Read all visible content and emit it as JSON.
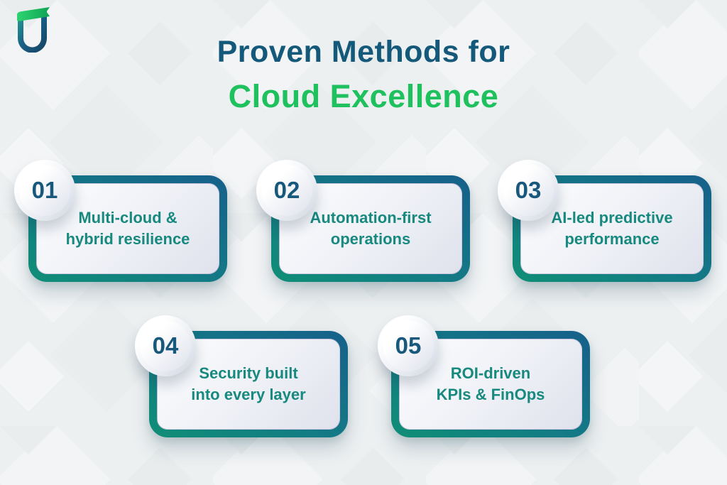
{
  "page": {
    "background_color": "#edf0f1",
    "pattern_light_color": "#f3f5f6",
    "pattern_dark_color": "#e7ecee"
  },
  "logo": {
    "name": "TU brand mark",
    "green_color": "#24cc66",
    "green_dark_color": "#0fa354",
    "blue_color": "#174e74",
    "teal_color": "#26a693"
  },
  "title": {
    "line1": "Proven Methods for",
    "line2": "Cloud Excellence",
    "line1_color": "#14587a",
    "line2_color": "#1fc05e"
  },
  "colors": {
    "card_border_gradient_start": "#0f8e76",
    "card_border_gradient_end": "#16608a",
    "card_inner_start": "#fcfdfe",
    "card_inner_end": "#dfe2ec",
    "card_text_color": "#17897f",
    "badge_number_color": "#17587c"
  },
  "cards": [
    {
      "number": "01",
      "line1": "Multi-cloud &",
      "line2": "hybrid resilience"
    },
    {
      "number": "02",
      "line1": "Automation-first",
      "line2": "operations"
    },
    {
      "number": "03",
      "line1": "AI-led predictive",
      "line2": "performance"
    },
    {
      "number": "04",
      "line1": "Security built",
      "line2": "into every layer"
    },
    {
      "number": "05",
      "line1": "ROI-driven",
      "line2": "KPIs & FinOps"
    }
  ]
}
